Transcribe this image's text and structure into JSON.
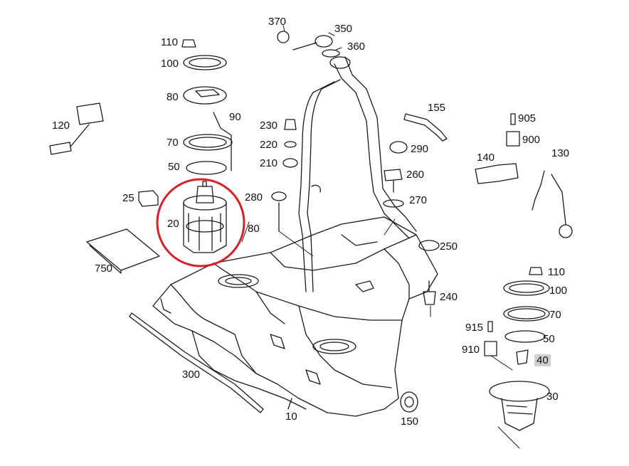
{
  "diagram": {
    "labels": {
      "p370": "370",
      "p350": "350",
      "p360": "360",
      "p110a": "110",
      "p100a": "100",
      "p80a": "80",
      "p90": "90",
      "p120": "120",
      "p70a": "70",
      "p50a": "50",
      "p230": "230",
      "p220": "220",
      "p210": "210",
      "p155": "155",
      "p905": "905",
      "p900": "900",
      "p290": "290",
      "p140": "140",
      "p130": "130",
      "p260": "260",
      "p270": "270",
      "p25": "25",
      "p280": "280",
      "p20": "20",
      "p80b": "80",
      "p750": "750",
      "p250": "250",
      "p110b": "110",
      "p100b": "100",
      "p240": "240",
      "p70b": "70",
      "p915": "915",
      "p50b": "50",
      "p910": "910",
      "p40": "40",
      "p300": "300",
      "p30": "30",
      "p10": "10",
      "p150": "150"
    },
    "highlight_color": "#d61f26"
  }
}
